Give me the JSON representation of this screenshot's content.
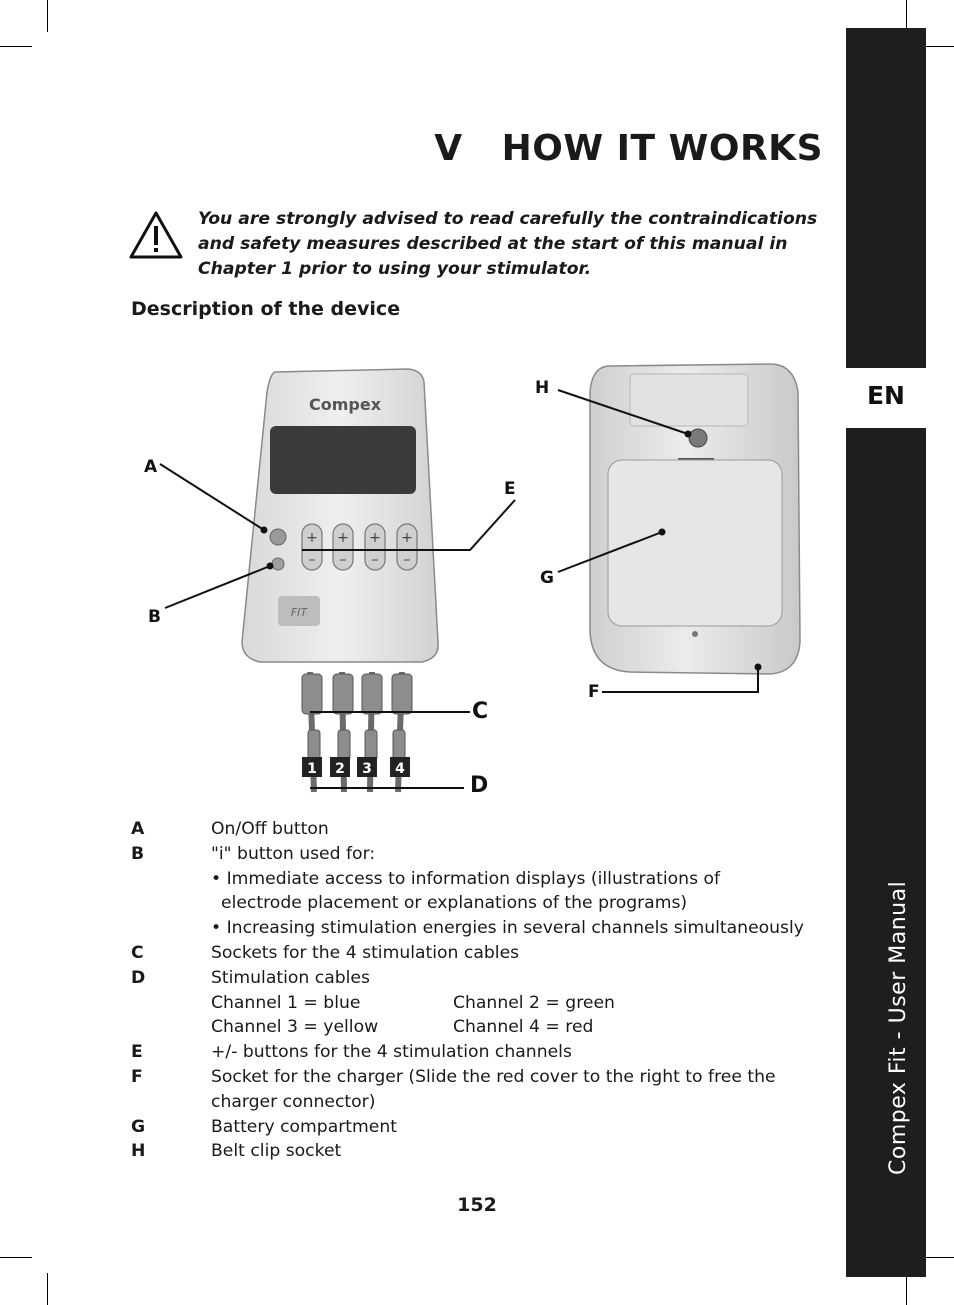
{
  "sidebar": {
    "language": "EN",
    "title": "Compex Fit - User Manual"
  },
  "heading": "V   HOW IT WORKS",
  "warning": {
    "text": "You are strongly advised to read carefully the contraindications and safety measures described at the start of this manual in Chapter 1 prior to using your stimulator."
  },
  "section_title": "Description of the device",
  "figure": {
    "device_brand": "Compex",
    "device_model": "FIT",
    "callouts": [
      "A",
      "B",
      "C",
      "D",
      "E",
      "F",
      "G",
      "H"
    ],
    "channel_numbers": [
      "1",
      "2",
      "3",
      "4"
    ]
  },
  "items": {
    "a": {
      "letter": "A",
      "text": "On/Off button"
    },
    "b": {
      "letter": "B",
      "text": "\"i\" button used for:",
      "bullet1": "• Immediate access to information displays (illustrations of electrode placement or explanations of the programs)",
      "bullet2": "• Increasing stimulation energies in several channels simultaneously"
    },
    "c": {
      "letter": "C",
      "text": "Sockets for the 4 stimulation cables"
    },
    "d": {
      "letter": "D",
      "text": "Stimulation cables",
      "ch1": "Channel 1 = blue",
      "ch2": "Channel 2 = green",
      "ch3": "Channel 3 = yellow",
      "ch4": "Channel 4 = red"
    },
    "e": {
      "letter": "E",
      "text": "+/- buttons for the 4 stimulation channels"
    },
    "f": {
      "letter": "F",
      "text": "Socket for the charger (Slide the red cover to the right to free the charger connector)"
    },
    "g": {
      "letter": "G",
      "text": "Battery compartment"
    },
    "h": {
      "letter": "H",
      "text": "Belt clip socket"
    }
  },
  "page_number": "152"
}
